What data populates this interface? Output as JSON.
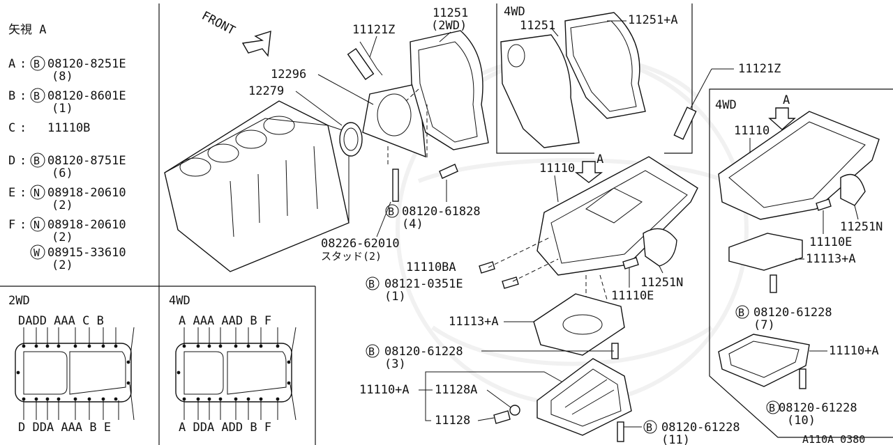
{
  "legend": {
    "heading": "矢視 A",
    "rows": [
      {
        "key": "A",
        "sym": "B",
        "code": "08120-8251E",
        "qty": "(8)"
      },
      {
        "key": "B",
        "sym": "B",
        "code": "08120-8601E",
        "qty": "(1)"
      },
      {
        "key": "C",
        "sym": "",
        "code": "11110B",
        "qty": ""
      },
      {
        "key": "D",
        "sym": "B",
        "code": "08120-8751E",
        "qty": "(6)"
      },
      {
        "key": "E",
        "sym": "N",
        "code": "08918-20610",
        "qty": "(2)"
      },
      {
        "key": "F",
        "sym": "N",
        "code": "08918-20610",
        "qty": "(2)"
      },
      {
        "key": "",
        "sym": "W",
        "code": "08915-33610",
        "qty": "(2)"
      }
    ]
  },
  "views": {
    "v2wd": {
      "title": "2WD",
      "top_keys": "DADD AAA C B",
      "bottom_keys": "D DDA AAA B E"
    },
    "v4wd": {
      "title": "4WD",
      "top_keys": "A AAA AAD B F",
      "bottom_keys": "A DDA ADD B F"
    }
  },
  "main": {
    "front": "FRONT",
    "p11121z_a": "11121Z",
    "p11251_code": "11251",
    "p11251_sub": "(2WD)",
    "p12296": "12296",
    "p12279": "12279",
    "p08226": "08226-62010",
    "p08226_sub": "スタッド(2)",
    "p08120_61828": "08120-61828",
    "p08120_61828_qty": "(4)",
    "p11110": "11110",
    "arrow_a": "A",
    "p11110ba": "11110BA",
    "p08121": "08121-0351E",
    "p08121_qty": "(1)",
    "p11251n": "11251N",
    "p11110e": "11110E",
    "p11113a": "11113+A",
    "p08120_61228": "08120-61228",
    "p08120_61228_qty": "(3)",
    "p11110a": "11110+A",
    "p11128a": "11128A",
    "p11128": "11128",
    "p08120_61228_b": "08120-61228",
    "p08120_61228_b_qty": "(11)"
  },
  "box4wd_top": {
    "title": "4WD",
    "p11251": "11251",
    "p11251a": "11251+A",
    "p11121z": "11121Z"
  },
  "box4wd_right": {
    "title": "4WD",
    "arrow_a": "A",
    "p11110": "11110",
    "p11251n": "11251N",
    "p11110e": "11110E",
    "p11113a": "11113+A",
    "p08120": "08120-61228",
    "p08120_qty": "(7)",
    "p11110a": "11110+A",
    "p08120_b": "08120-61228",
    "p08120_b_qty": "(10)"
  },
  "figure_id": "A110A 0380"
}
